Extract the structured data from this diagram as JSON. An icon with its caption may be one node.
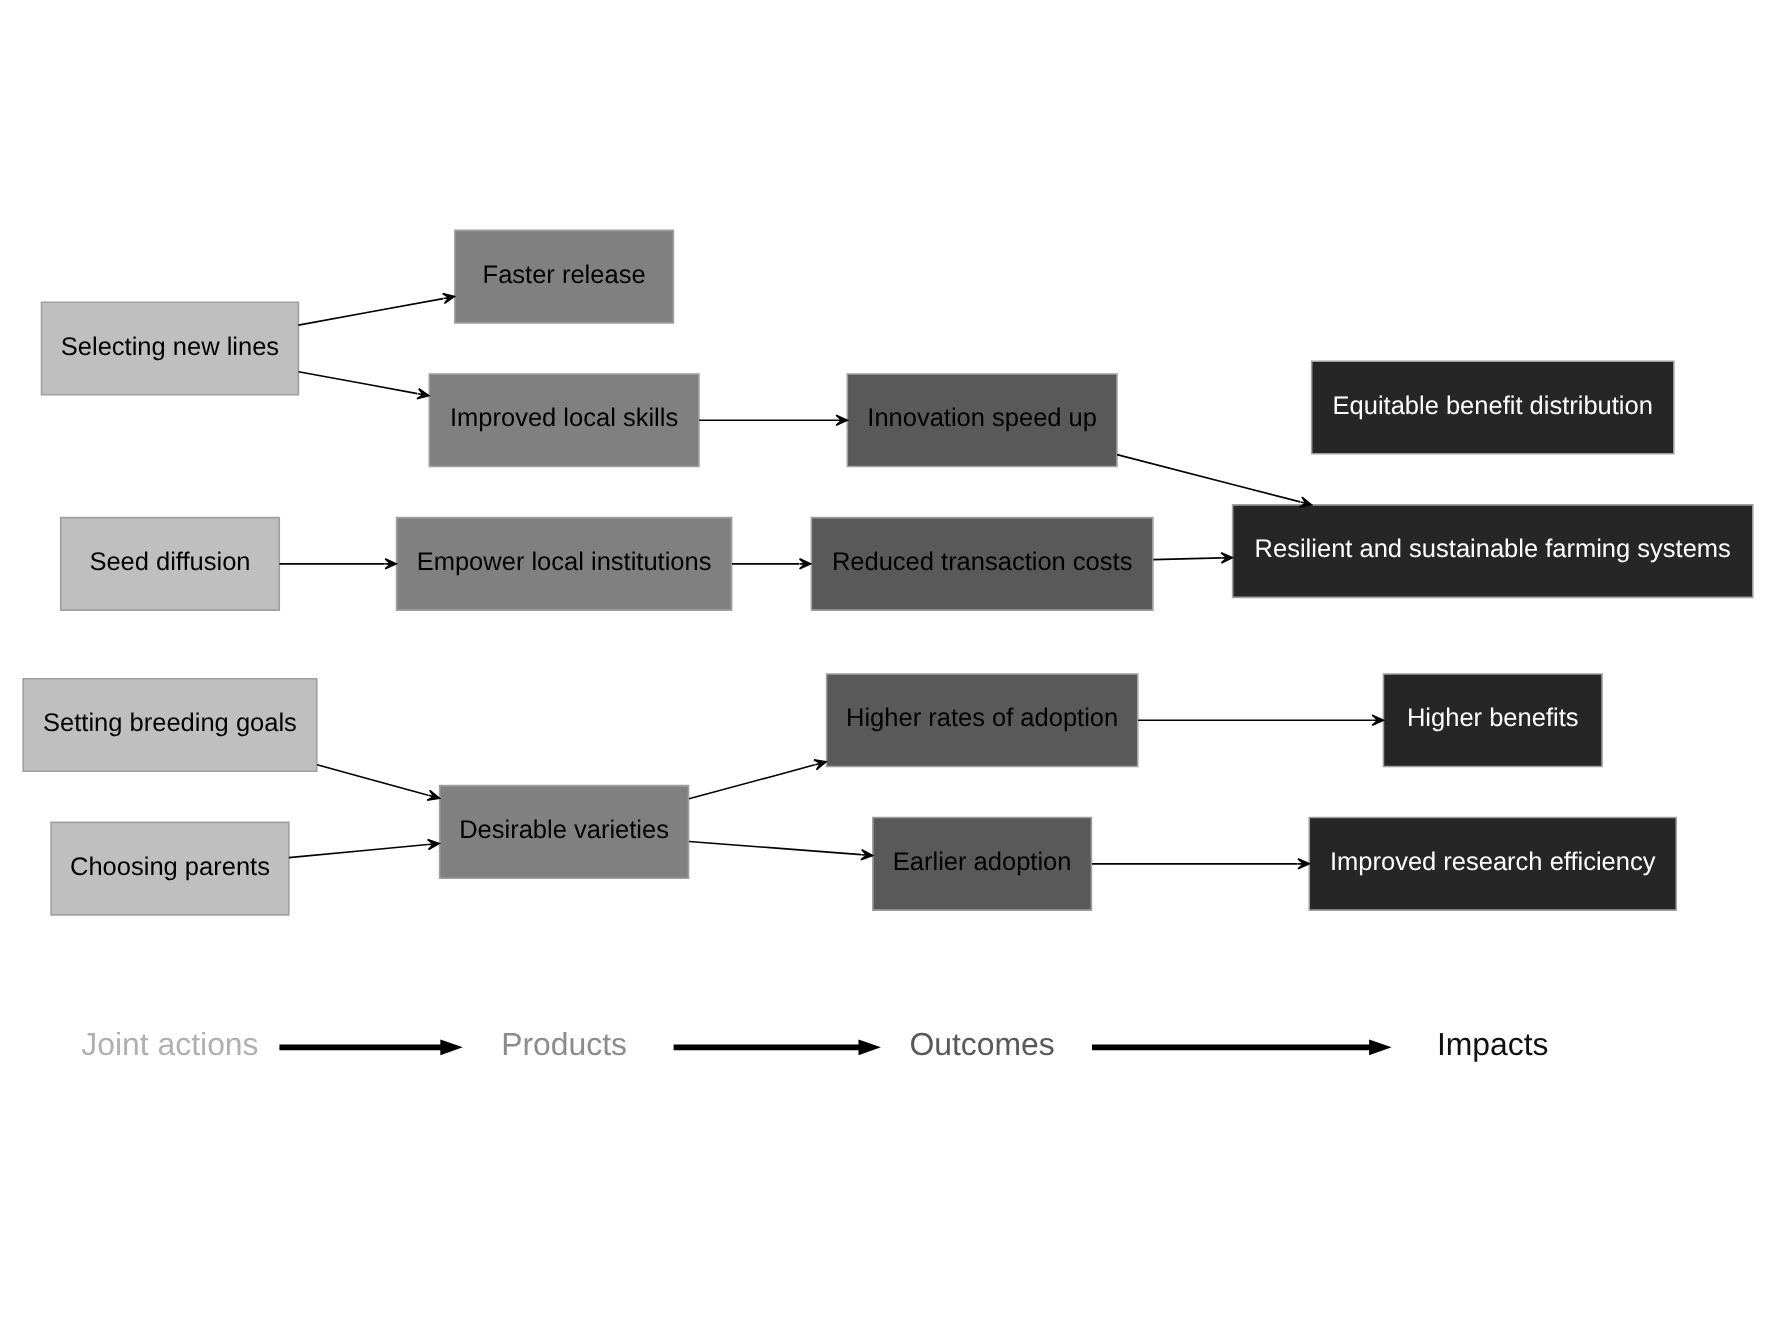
{
  "diagram": {
    "nodes": [
      {
        "text": [
          "Joint actions"
        ]
      },
      {
        "text": [
          "Products"
        ]
      },
      {
        "text": [
          "Outcomes"
        ]
      },
      {
        "text": [
          "Impacts"
        ]
      },
      {
        "text": [
          "Setting breeding goals"
        ]
      },
      {
        "text": [
          "Desirable varieties"
        ]
      },
      {
        "text": [
          "Higher rates of adoption"
        ]
      },
      {
        "text": [
          "Higher benefits"
        ]
      },
      {
        "text": [
          "Choosing parents"
        ]
      },
      {
        "text": [
          "Faster release"
        ]
      },
      {
        "text": [
          "Earlier adoption"
        ]
      },
      {
        "text": [
          "Improved research efficiency"
        ]
      },
      {
        "text": [
          "Selecting new lines"
        ]
      },
      {
        "text": [
          "Improved local skills"
        ]
      },
      {
        "text": [
          "Innovation speed up"
        ]
      },
      {
        "text": [
          "Equitable benefit distribution"
        ]
      },
      {
        "text": [
          "Seed diffusion"
        ]
      },
      {
        "text": [
          "Empower local institutions"
        ]
      },
      {
        "text": [
          "Reduced transaction costs"
        ]
      },
      {
        "text": [
          "Resilient and sustainable farming systems"
        ]
      }
    ],
    "edges": [
      {
        "from": 0,
        "to": 1,
        "arrow": "to",
        "style": "thick"
      },
      {
        "from": 1,
        "to": 2,
        "arrow": "to",
        "style": "thick"
      },
      {
        "from": 2,
        "to": 3,
        "arrow": "to",
        "style": "thick"
      },
      {
        "from": 4,
        "to": 5,
        "arrow": "to"
      },
      {
        "from": 8,
        "to": 5,
        "arrow": "to"
      },
      {
        "from": 5,
        "to": 6,
        "arrow": "to"
      },
      {
        "from": 5,
        "to": 10,
        "arrow": "to"
      },
      {
        "from": 6,
        "to": 7,
        "arrow": "to"
      },
      {
        "from": 10,
        "to": 11,
        "arrow": "to"
      },
      {
        "from": 12,
        "to": 9,
        "arrow": "to"
      },
      {
        "from": 12,
        "to": 13,
        "arrow": "to"
      },
      {
        "from": 13,
        "to": 14,
        "arrow": "to"
      },
      {
        "from": 14,
        "to": 19,
        "arrow": "to"
      },
      {
        "from": 16,
        "to": 17,
        "arrow": "to"
      },
      {
        "from": 17,
        "to": 18,
        "arrow": "to"
      },
      {
        "from": 18,
        "to": 19,
        "arrow": "to"
      }
    ]
  }
}
